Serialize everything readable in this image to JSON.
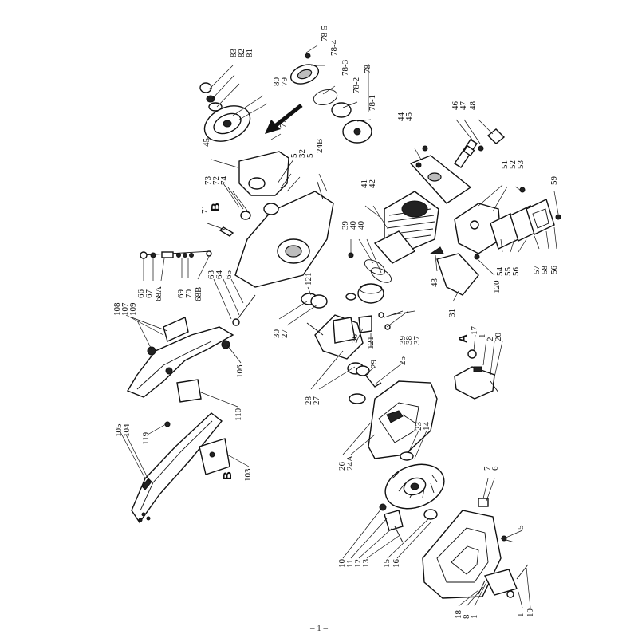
{
  "page_number": "– 1 –",
  "callout_labels": {
    "a": "A",
    "b": "B"
  },
  "parts": [
    {
      "id": "p83",
      "n": "83"
    },
    {
      "id": "p82",
      "n": "82"
    },
    {
      "id": "p81",
      "n": "81"
    },
    {
      "id": "p80",
      "n": "80"
    },
    {
      "id": "p79",
      "n": "79"
    },
    {
      "id": "p78_5",
      "n": "78-5"
    },
    {
      "id": "p78_4",
      "n": "78-4"
    },
    {
      "id": "p78_3",
      "n": "78-3"
    },
    {
      "id": "p78",
      "n": "78"
    },
    {
      "id": "p78_2",
      "n": "78-2"
    },
    {
      "id": "p78_1",
      "n": "78-1"
    },
    {
      "id": "p77",
      "n": "77"
    },
    {
      "id": "p45a",
      "n": "45"
    },
    {
      "id": "p5a",
      "n": "5"
    },
    {
      "id": "p32",
      "n": "32"
    },
    {
      "id": "p5b",
      "n": "5"
    },
    {
      "id": "p24B",
      "n": "24B"
    },
    {
      "id": "p73",
      "n": "73"
    },
    {
      "id": "p72",
      "n": "72"
    },
    {
      "id": "p74",
      "n": "74"
    },
    {
      "id": "p71",
      "n": "71"
    },
    {
      "id": "p66",
      "n": "66"
    },
    {
      "id": "p67",
      "n": "67"
    },
    {
      "id": "p68A",
      "n": "68A"
    },
    {
      "id": "p69",
      "n": "69"
    },
    {
      "id": "p70",
      "n": "70"
    },
    {
      "id": "p68B",
      "n": "68B"
    },
    {
      "id": "p63",
      "n": "63"
    },
    {
      "id": "p64",
      "n": "64"
    },
    {
      "id": "p65",
      "n": "65"
    },
    {
      "id": "p44",
      "n": "44"
    },
    {
      "id": "p45b",
      "n": "45"
    },
    {
      "id": "p46",
      "n": "46"
    },
    {
      "id": "p47",
      "n": "47"
    },
    {
      "id": "p48",
      "n": "48"
    },
    {
      "id": "p41",
      "n": "41"
    },
    {
      "id": "p42",
      "n": "42"
    },
    {
      "id": "p39a",
      "n": "39"
    },
    {
      "id": "p40a",
      "n": "40"
    },
    {
      "id": "p40b",
      "n": "40"
    },
    {
      "id": "p51",
      "n": "51"
    },
    {
      "id": "p52",
      "n": "52"
    },
    {
      "id": "p53",
      "n": "53"
    },
    {
      "id": "p59",
      "n": "59"
    },
    {
      "id": "p54",
      "n": "54"
    },
    {
      "id": "p55",
      "n": "55"
    },
    {
      "id": "p56a",
      "n": "56"
    },
    {
      "id": "p57",
      "n": "57"
    },
    {
      "id": "p58",
      "n": "58"
    },
    {
      "id": "p56b",
      "n": "56"
    },
    {
      "id": "p43",
      "n": "43"
    },
    {
      "id": "p120",
      "n": "120"
    },
    {
      "id": "p31",
      "n": "31"
    },
    {
      "id": "p121a",
      "n": "121"
    },
    {
      "id": "p30",
      "n": "30"
    },
    {
      "id": "p27a",
      "n": "27"
    },
    {
      "id": "p108",
      "n": "108"
    },
    {
      "id": "p107",
      "n": "107"
    },
    {
      "id": "p109",
      "n": "109"
    },
    {
      "id": "p36",
      "n": "36"
    },
    {
      "id": "p121b",
      "n": "121"
    },
    {
      "id": "p39b",
      "n": "39"
    },
    {
      "id": "p38",
      "n": "38"
    },
    {
      "id": "p37",
      "n": "37"
    },
    {
      "id": "p17",
      "n": "17"
    },
    {
      "id": "p1a",
      "n": "1"
    },
    {
      "id": "p2a",
      "n": "2"
    },
    {
      "id": "p20",
      "n": "20"
    },
    {
      "id": "p106",
      "n": "106"
    },
    {
      "id": "p29",
      "n": "29"
    },
    {
      "id": "p25",
      "n": "25"
    },
    {
      "id": "p28",
      "n": "28"
    },
    {
      "id": "p27b",
      "n": "27"
    },
    {
      "id": "p110",
      "n": "110"
    },
    {
      "id": "p105",
      "n": "105"
    },
    {
      "id": "p104",
      "n": "104"
    },
    {
      "id": "p119",
      "n": "119"
    },
    {
      "id": "p23",
      "n": "23"
    },
    {
      "id": "p14",
      "n": "14"
    },
    {
      "id": "p26",
      "n": "26"
    },
    {
      "id": "p24A",
      "n": "24A"
    },
    {
      "id": "p103",
      "n": "103"
    },
    {
      "id": "p7",
      "n": "7"
    },
    {
      "id": "p6",
      "n": "6"
    },
    {
      "id": "p5c",
      "n": "5"
    },
    {
      "id": "p10",
      "n": "10"
    },
    {
      "id": "p11",
      "n": "11"
    },
    {
      "id": "p12",
      "n": "12"
    },
    {
      "id": "p13",
      "n": "13"
    },
    {
      "id": "p15",
      "n": "15"
    },
    {
      "id": "p16",
      "n": "16"
    },
    {
      "id": "p18",
      "n": "18"
    },
    {
      "id": "p8",
      "n": "8"
    },
    {
      "id": "p1b",
      "n": "1"
    },
    {
      "id": "p1c",
      "n": "1"
    },
    {
      "id": "p19",
      "n": "19"
    }
  ]
}
